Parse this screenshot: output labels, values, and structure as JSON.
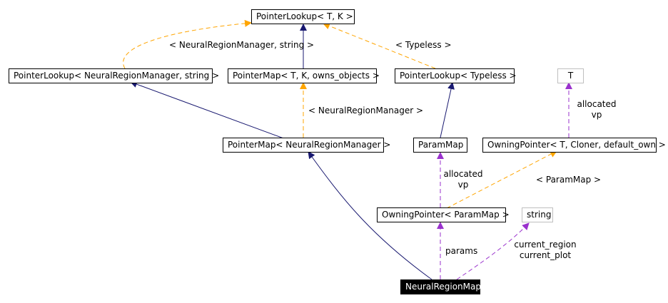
{
  "nodes": {
    "pl_tk": "PointerLookup< T, K >",
    "pl_nrm_string": "PointerLookup< NeuralRegionManager, string >",
    "pm_tk_owns": "PointerMap< T, K, owns_objects >",
    "pl_typeless": "PointerLookup< Typeless >",
    "t": "T",
    "pm_nrm": "PointerMap< NeuralRegionManager >",
    "param_map": "ParamMap",
    "op_t_cloner": "OwningPointer< T, Cloner, default_own >",
    "op_param_map": "OwningPointer< ParamMap >",
    "string": "string",
    "neural_region_map": "NeuralRegionMap"
  },
  "edge_labels": {
    "nrm_string": "< NeuralRegionManager, string >",
    "typeless": "< Typeless >",
    "nrm": "< NeuralRegionManager >",
    "allocated_vp_t": [
      "allocated",
      "vp"
    ],
    "allocated_vp_pm": [
      "allocated",
      "vp"
    ],
    "param_map": "< ParamMap >",
    "params": "params",
    "current": [
      "current_region",
      "current_plot"
    ]
  },
  "colors": {
    "inheritance": "#191970",
    "template": "#ffa500",
    "usage": "#9a32cd"
  }
}
